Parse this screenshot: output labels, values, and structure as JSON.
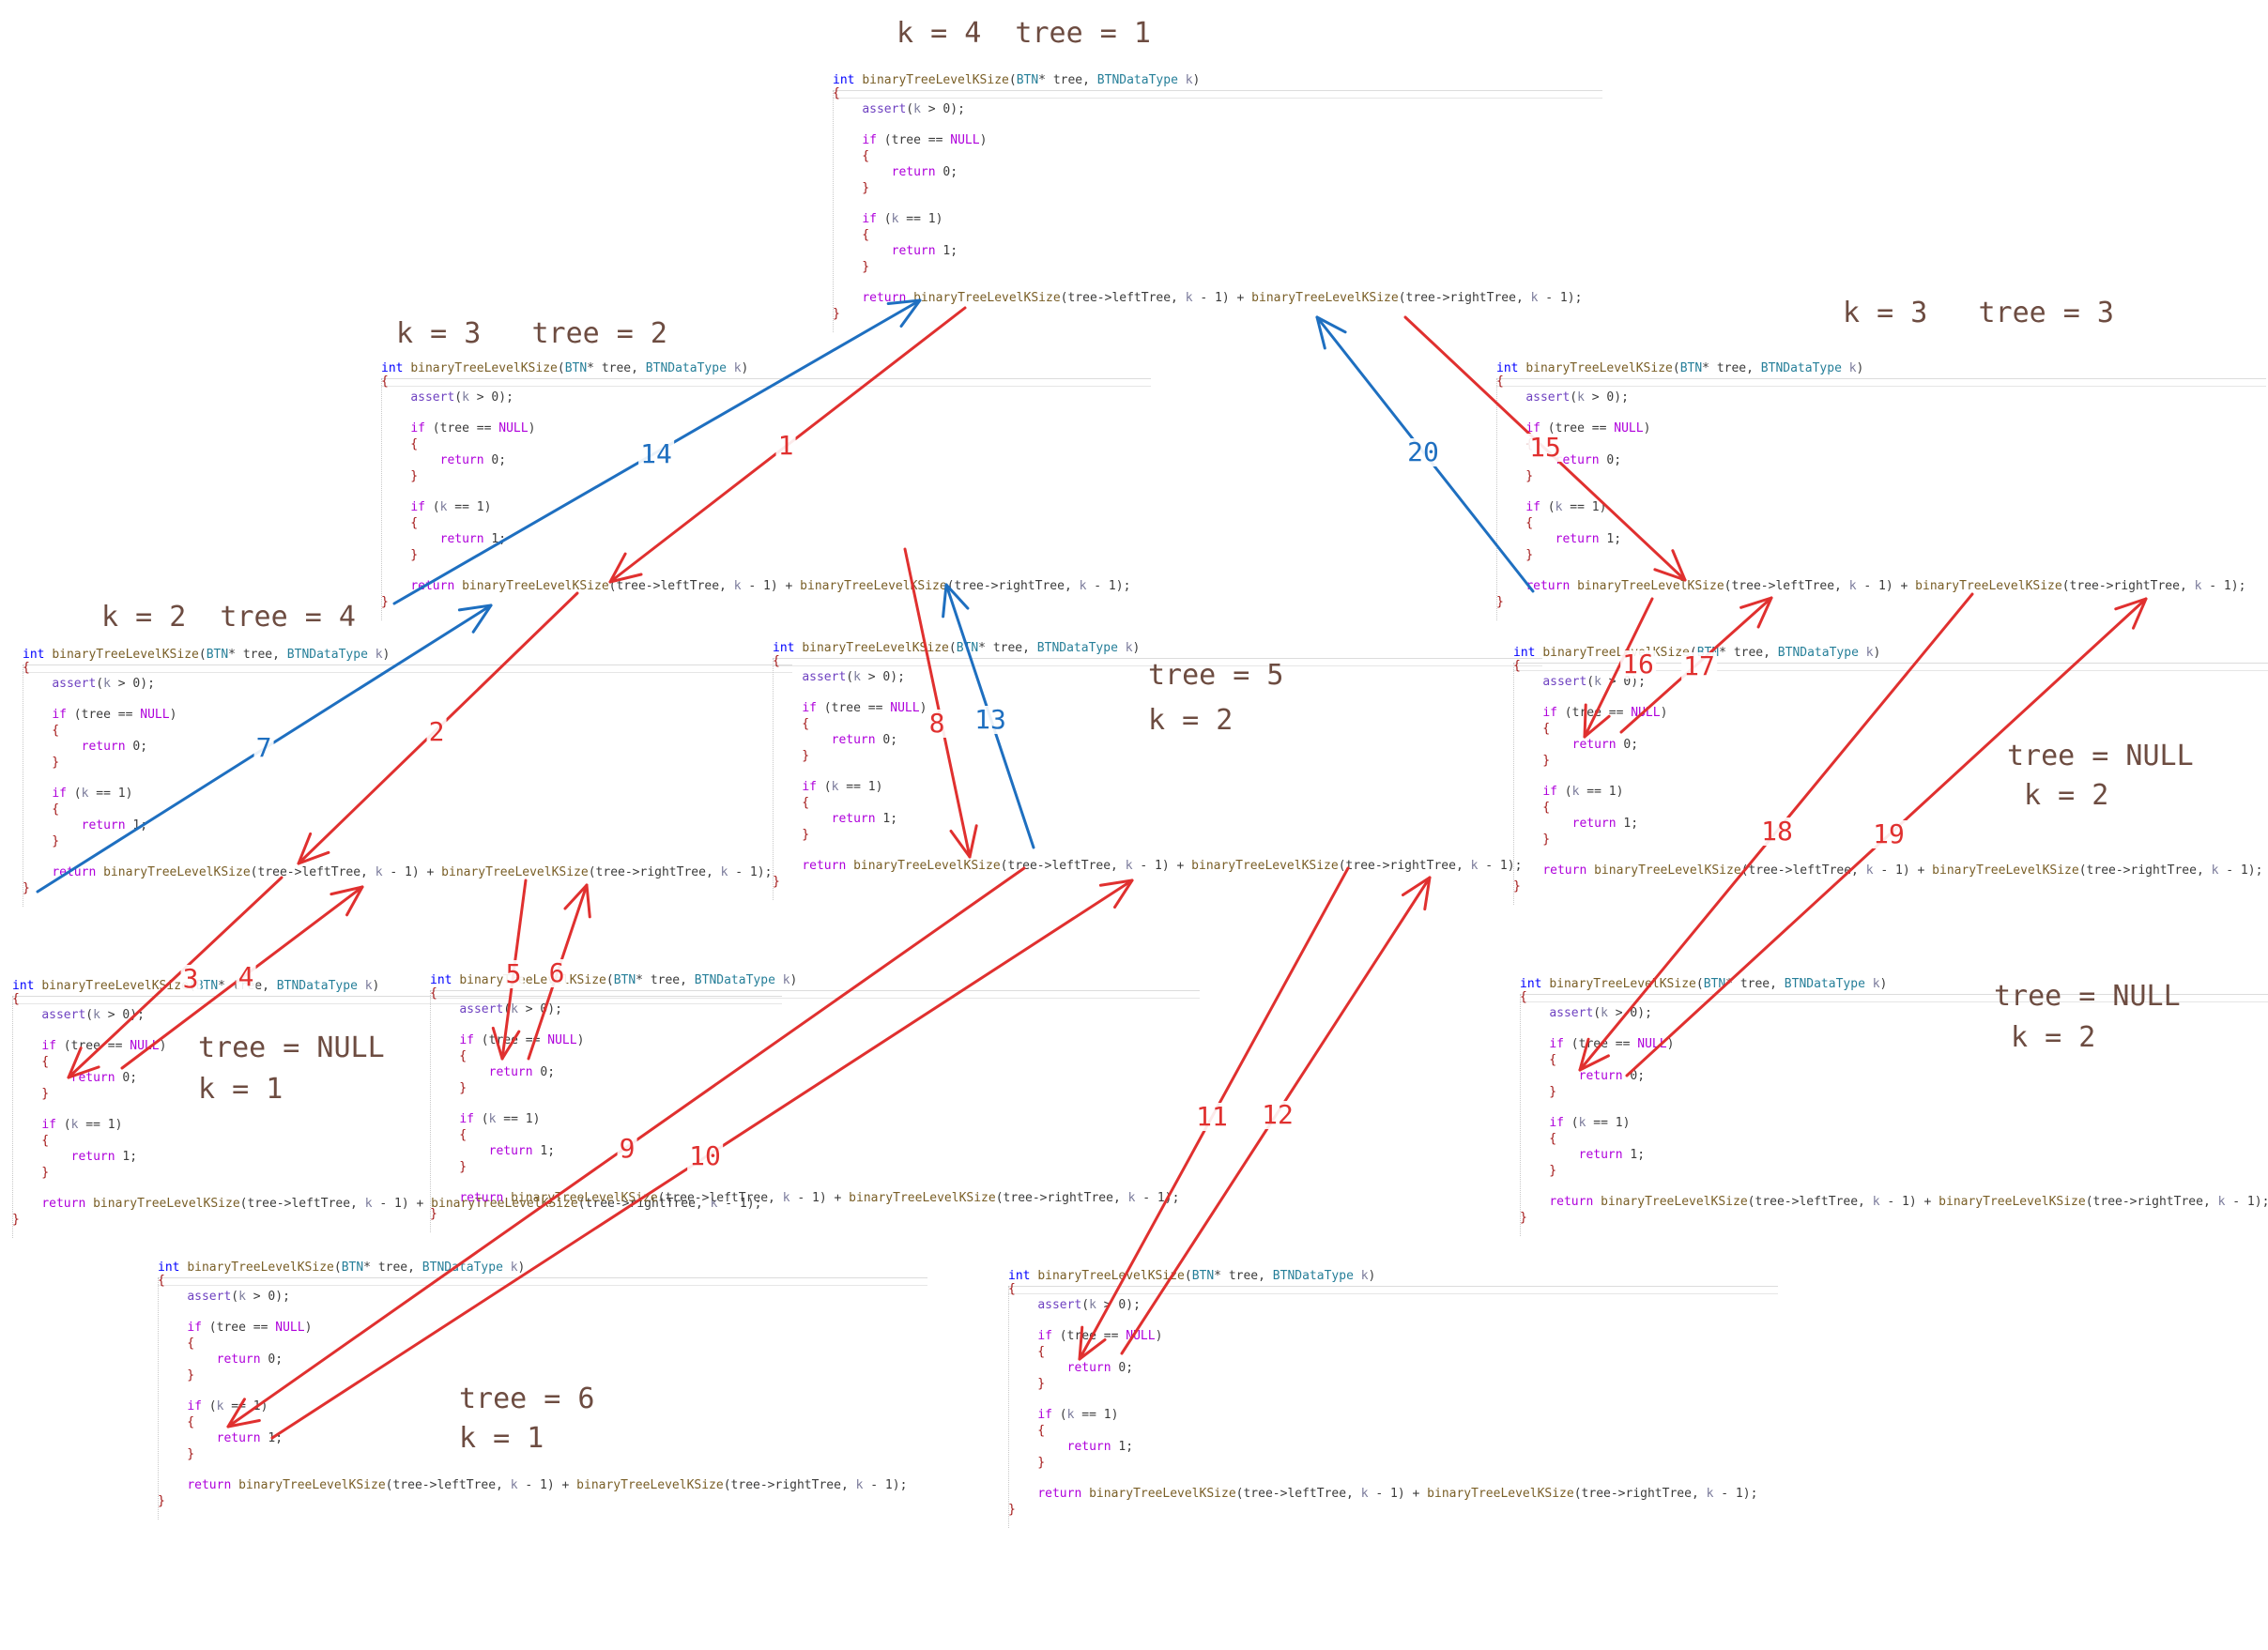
{
  "code": {
    "signature": [
      {
        "t": "int",
        "c": "kw"
      },
      {
        "t": " ",
        "c": ""
      },
      {
        "t": "binaryTreeLevelKSize",
        "c": "fn"
      },
      {
        "t": "(",
        "c": ""
      },
      {
        "t": "BTN",
        "c": "ty"
      },
      {
        "t": "* tree, ",
        "c": ""
      },
      {
        "t": "BTNDataType",
        "c": "ty"
      },
      {
        "t": " ",
        "c": ""
      },
      {
        "t": "k",
        "c": "pm"
      },
      {
        "t": ")",
        "c": ""
      }
    ],
    "body": [
      [
        {
          "t": "{",
          "c": "br"
        }
      ],
      [
        {
          "t": "    ",
          "c": ""
        },
        {
          "t": "assert",
          "c": "mac"
        },
        {
          "t": "(",
          "c": ""
        },
        {
          "t": "k",
          "c": "pm"
        },
        {
          "t": " > 0);",
          "c": ""
        }
      ],
      [],
      [
        {
          "t": "    ",
          "c": ""
        },
        {
          "t": "if",
          "c": "ctl"
        },
        {
          "t": " (tree == ",
          "c": ""
        },
        {
          "t": "NULL",
          "c": "ctl"
        },
        {
          "t": ")",
          "c": ""
        }
      ],
      [
        {
          "t": "    {",
          "c": "br"
        }
      ],
      [
        {
          "t": "        ",
          "c": ""
        },
        {
          "t": "return",
          "c": "ctl"
        },
        {
          "t": " 0;",
          "c": ""
        }
      ],
      [
        {
          "t": "    }",
          "c": "br"
        }
      ],
      [],
      [
        {
          "t": "    ",
          "c": ""
        },
        {
          "t": "if",
          "c": "ctl"
        },
        {
          "t": " (",
          "c": ""
        },
        {
          "t": "k",
          "c": "pm"
        },
        {
          "t": " == 1)",
          "c": ""
        }
      ],
      [
        {
          "t": "    {",
          "c": "br"
        }
      ],
      [
        {
          "t": "        ",
          "c": ""
        },
        {
          "t": "return",
          "c": "ctl"
        },
        {
          "t": " 1;",
          "c": ""
        }
      ],
      [
        {
          "t": "    }",
          "c": "br"
        }
      ],
      [],
      [
        {
          "t": "    ",
          "c": ""
        },
        {
          "t": "return",
          "c": "ctl"
        },
        {
          "t": " ",
          "c": ""
        },
        {
          "t": "binaryTreeLevelKSize",
          "c": "fn"
        },
        {
          "t": "(tree->leftTree, ",
          "c": ""
        },
        {
          "t": "k",
          "c": "pm"
        },
        {
          "t": " - 1) + ",
          "c": ""
        },
        {
          "t": "binaryTreeLevelKSize",
          "c": "fn"
        },
        {
          "t": "(tree->rightTree, ",
          "c": ""
        },
        {
          "t": "k",
          "c": "pm"
        },
        {
          "t": " - 1);",
          "c": ""
        }
      ],
      [
        {
          "t": "}",
          "c": "br"
        }
      ]
    ]
  },
  "annotations": [
    {
      "id": "top",
      "lines": [
        "k = 4  tree = 1"
      ]
    },
    {
      "id": "left-k3",
      "lines": [
        "k = 3   tree = 2"
      ]
    },
    {
      "id": "right-k3",
      "lines": [
        "k = 3   tree = 3"
      ]
    },
    {
      "id": "left-k2",
      "lines": [
        "k = 2  tree = 4"
      ]
    },
    {
      "id": "mid-t5",
      "lines": [
        "tree = 5",
        "k = 2"
      ]
    },
    {
      "id": "null-k1",
      "lines": [
        "tree = NULL",
        "k = 1"
      ]
    },
    {
      "id": "null-k2-a",
      "lines": [
        "tree = NULL",
        " k = 2"
      ]
    },
    {
      "id": "null-k2-b",
      "lines": [
        "tree = NULL",
        " k = 2"
      ]
    },
    {
      "id": "t6-k1",
      "lines": [
        "tree = 6",
        "k = 1"
      ]
    }
  ],
  "steps": [
    {
      "n": "1",
      "color": "red"
    },
    {
      "n": "2",
      "color": "red"
    },
    {
      "n": "3",
      "color": "red"
    },
    {
      "n": "4",
      "color": "red"
    },
    {
      "n": "5",
      "color": "red"
    },
    {
      "n": "6",
      "color": "red"
    },
    {
      "n": "7",
      "color": "blue"
    },
    {
      "n": "8",
      "color": "red"
    },
    {
      "n": "9",
      "color": "red"
    },
    {
      "n": "10",
      "color": "red"
    },
    {
      "n": "11",
      "color": "red"
    },
    {
      "n": "12",
      "color": "red"
    },
    {
      "n": "13",
      "color": "blue"
    },
    {
      "n": "14",
      "color": "blue"
    },
    {
      "n": "15",
      "color": "red"
    },
    {
      "n": "16",
      "color": "red"
    },
    {
      "n": "17",
      "color": "red"
    },
    {
      "n": "18",
      "color": "red"
    },
    {
      "n": "19",
      "color": "red"
    },
    {
      "n": "20",
      "color": "blue"
    }
  ],
  "colors": {
    "call": "#e0302f",
    "return": "#1e6fc0",
    "annotation": "#6d4c41"
  }
}
